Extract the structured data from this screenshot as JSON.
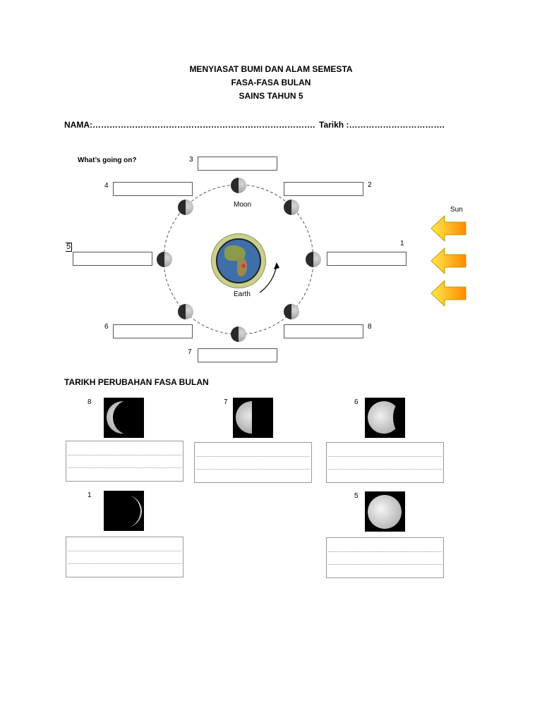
{
  "header": {
    "title1": "MENYIASAT BUMI DAN ALAM SEMESTA",
    "title2": "FASA-FASA BULAN",
    "title3": "SAINS TAHUN 5",
    "nama": "NAMA:…………………………………………………………………….",
    "tarikh": "Tarikh :……………………………."
  },
  "diagram": {
    "question": "What’s going on?",
    "moon_label": "Moon",
    "earth_label": "Earth",
    "sun_label": "Sun",
    "numbers": [
      "1",
      "2",
      "3",
      "4",
      "5",
      "6",
      "7",
      "8"
    ]
  },
  "section2": {
    "title": "TARIKH PERUBAHAN FASA BULAN",
    "cards": [
      {
        "num": "8"
      },
      {
        "num": "7"
      },
      {
        "num": "6"
      },
      {
        "num": "1"
      },
      {
        "num": "5"
      }
    ]
  }
}
